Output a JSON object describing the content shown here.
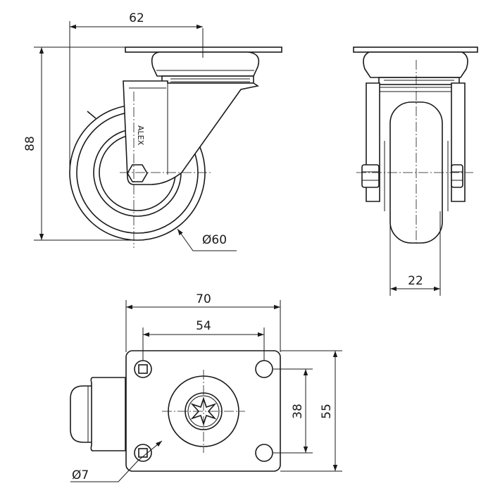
{
  "drawing": {
    "colors": {
      "line": "#1a1a1a",
      "background": "#ffffff"
    },
    "dimensions": {
      "top_width": "62",
      "total_height": "88",
      "wheel_diameter": "Ø60",
      "wheel_width": "22",
      "plate_width": "70",
      "hole_spacing_x": "54",
      "hole_spacing_y": "38",
      "plate_height": "55",
      "hole_diameter": "Ø7"
    },
    "logo": {
      "text": "ALEX"
    }
  }
}
